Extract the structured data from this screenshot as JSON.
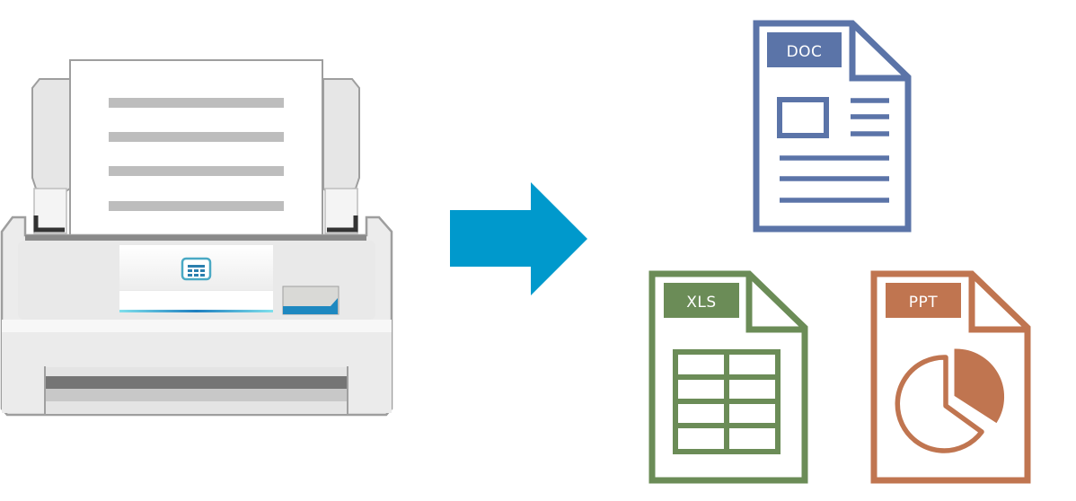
{
  "illustration": {
    "scanner": {
      "paper_lines": 4,
      "colors": {
        "body": "#eeeeee",
        "outline": "#9e9e9e",
        "paper": "#ffffff",
        "paper_lines": "#bdbdbd",
        "slot": "#757575",
        "accent": "#1e88c0",
        "panel_glow": "#5ad0e0"
      }
    },
    "arrow": {
      "color": "#0099cc"
    },
    "documents": [
      {
        "id": "doc",
        "label": "DOC",
        "color": "#5b74a8"
      },
      {
        "id": "xls",
        "label": "XLS",
        "color": "#6b8c57"
      },
      {
        "id": "ppt",
        "label": "PPT",
        "color": "#c07550"
      }
    ]
  }
}
